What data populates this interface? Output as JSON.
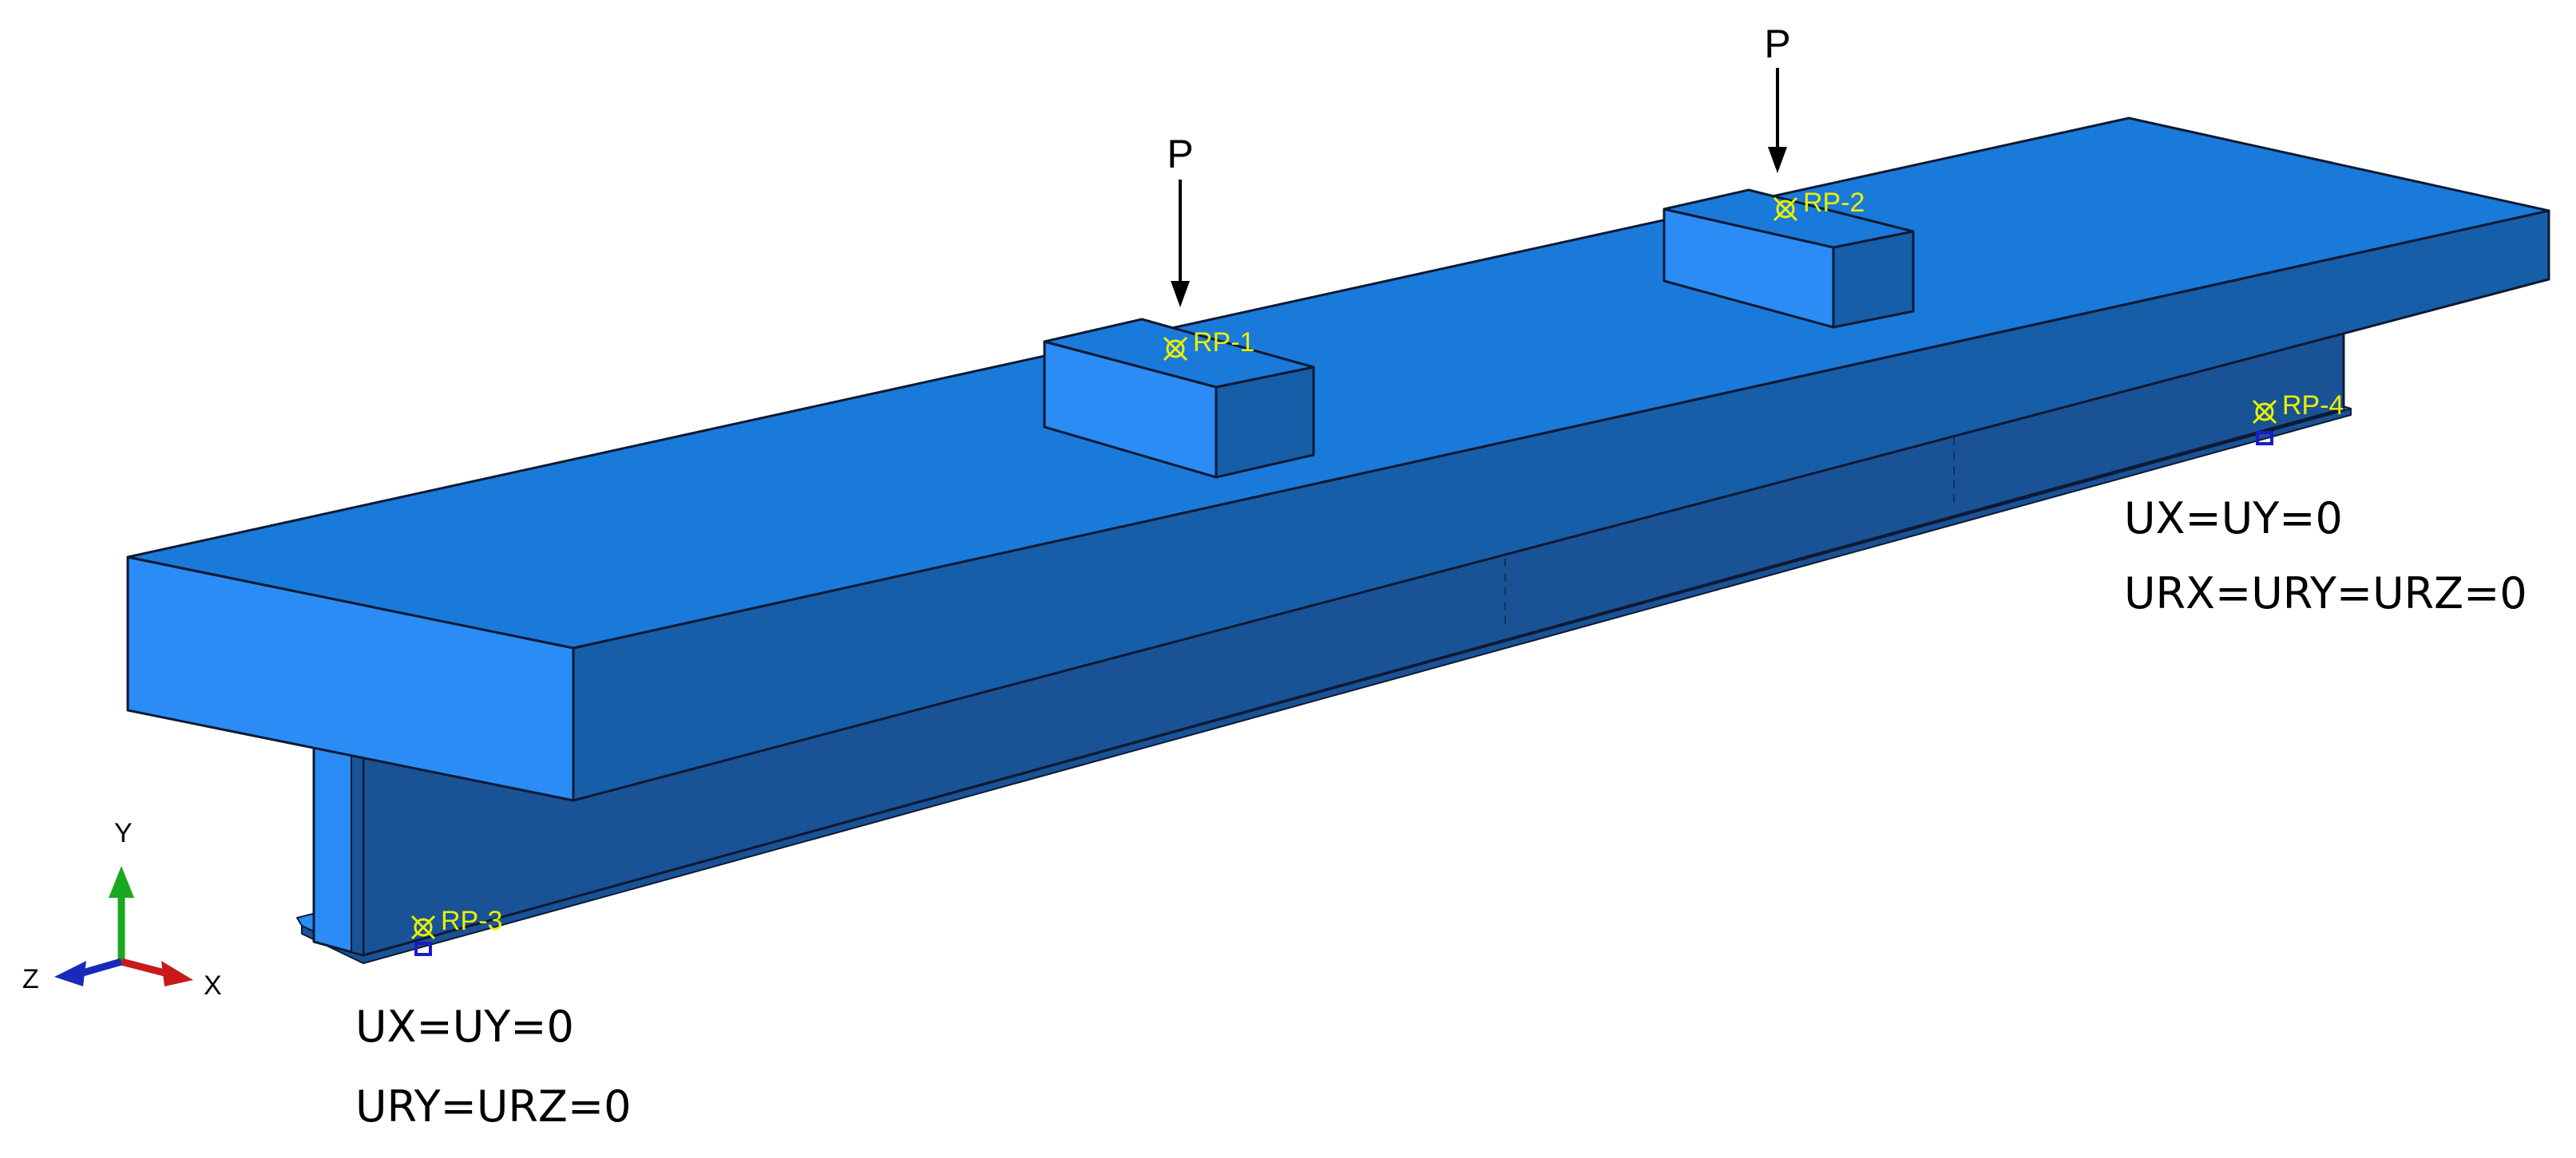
{
  "colors": {
    "slab_top": "#1a7ada",
    "slab_front": "#2a8cf4",
    "slab_long_side": "#175ea8",
    "web": "#1a5296",
    "flange": "#2a8cf4",
    "reference_point": "#e8f000",
    "boundary_marker": "#1a1ac8",
    "axis_y": "#1aa820",
    "axis_x": "#c81a1a",
    "axis_z": "#1a2ab8"
  },
  "loads": [
    {
      "label": "P"
    },
    {
      "label": "P"
    }
  ],
  "reference_points": [
    "RP-1",
    "RP-2",
    "RP-3",
    "RP-4"
  ],
  "boundary_conditions": {
    "left": {
      "line1": "UX=UY=0",
      "line2": "URY=URZ=0"
    },
    "right": {
      "line1": "UX=UY=0",
      "line2": "URX=URY=URZ=0"
    }
  },
  "axis_triad": {
    "x": "X",
    "y": "Y",
    "z": "Z"
  }
}
